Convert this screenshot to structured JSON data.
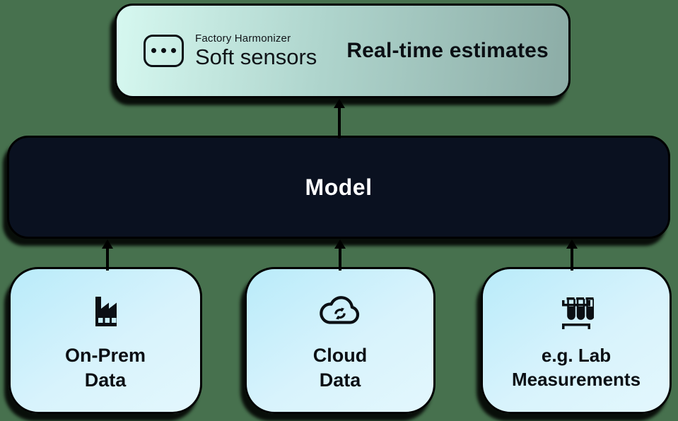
{
  "background_color": "#47714E",
  "top_box": {
    "brand_small": "Factory Harmonizer",
    "brand_large": "Soft sensors",
    "headline": "Real-time estimates",
    "gradient": [
      "#D6F8F0",
      "#8CACA6"
    ],
    "logo_icon": "ellipsis-badge-icon"
  },
  "model_box": {
    "label": "Model",
    "fill_color": "#0A1120",
    "text_color": "#FFFFFF"
  },
  "sources": [
    {
      "icon": "factory-icon",
      "line1": "On-Prem",
      "line2": "Data"
    },
    {
      "icon": "cloud-sync-icon",
      "line1": "Cloud",
      "line2": "Data"
    },
    {
      "icon": "test-tubes-icon",
      "line1": "e.g. Lab",
      "line2": "Measurements"
    }
  ],
  "source_box_gradient": [
    "#B9EBFA",
    "#E3F7FD"
  ],
  "connector_color": "#000000"
}
